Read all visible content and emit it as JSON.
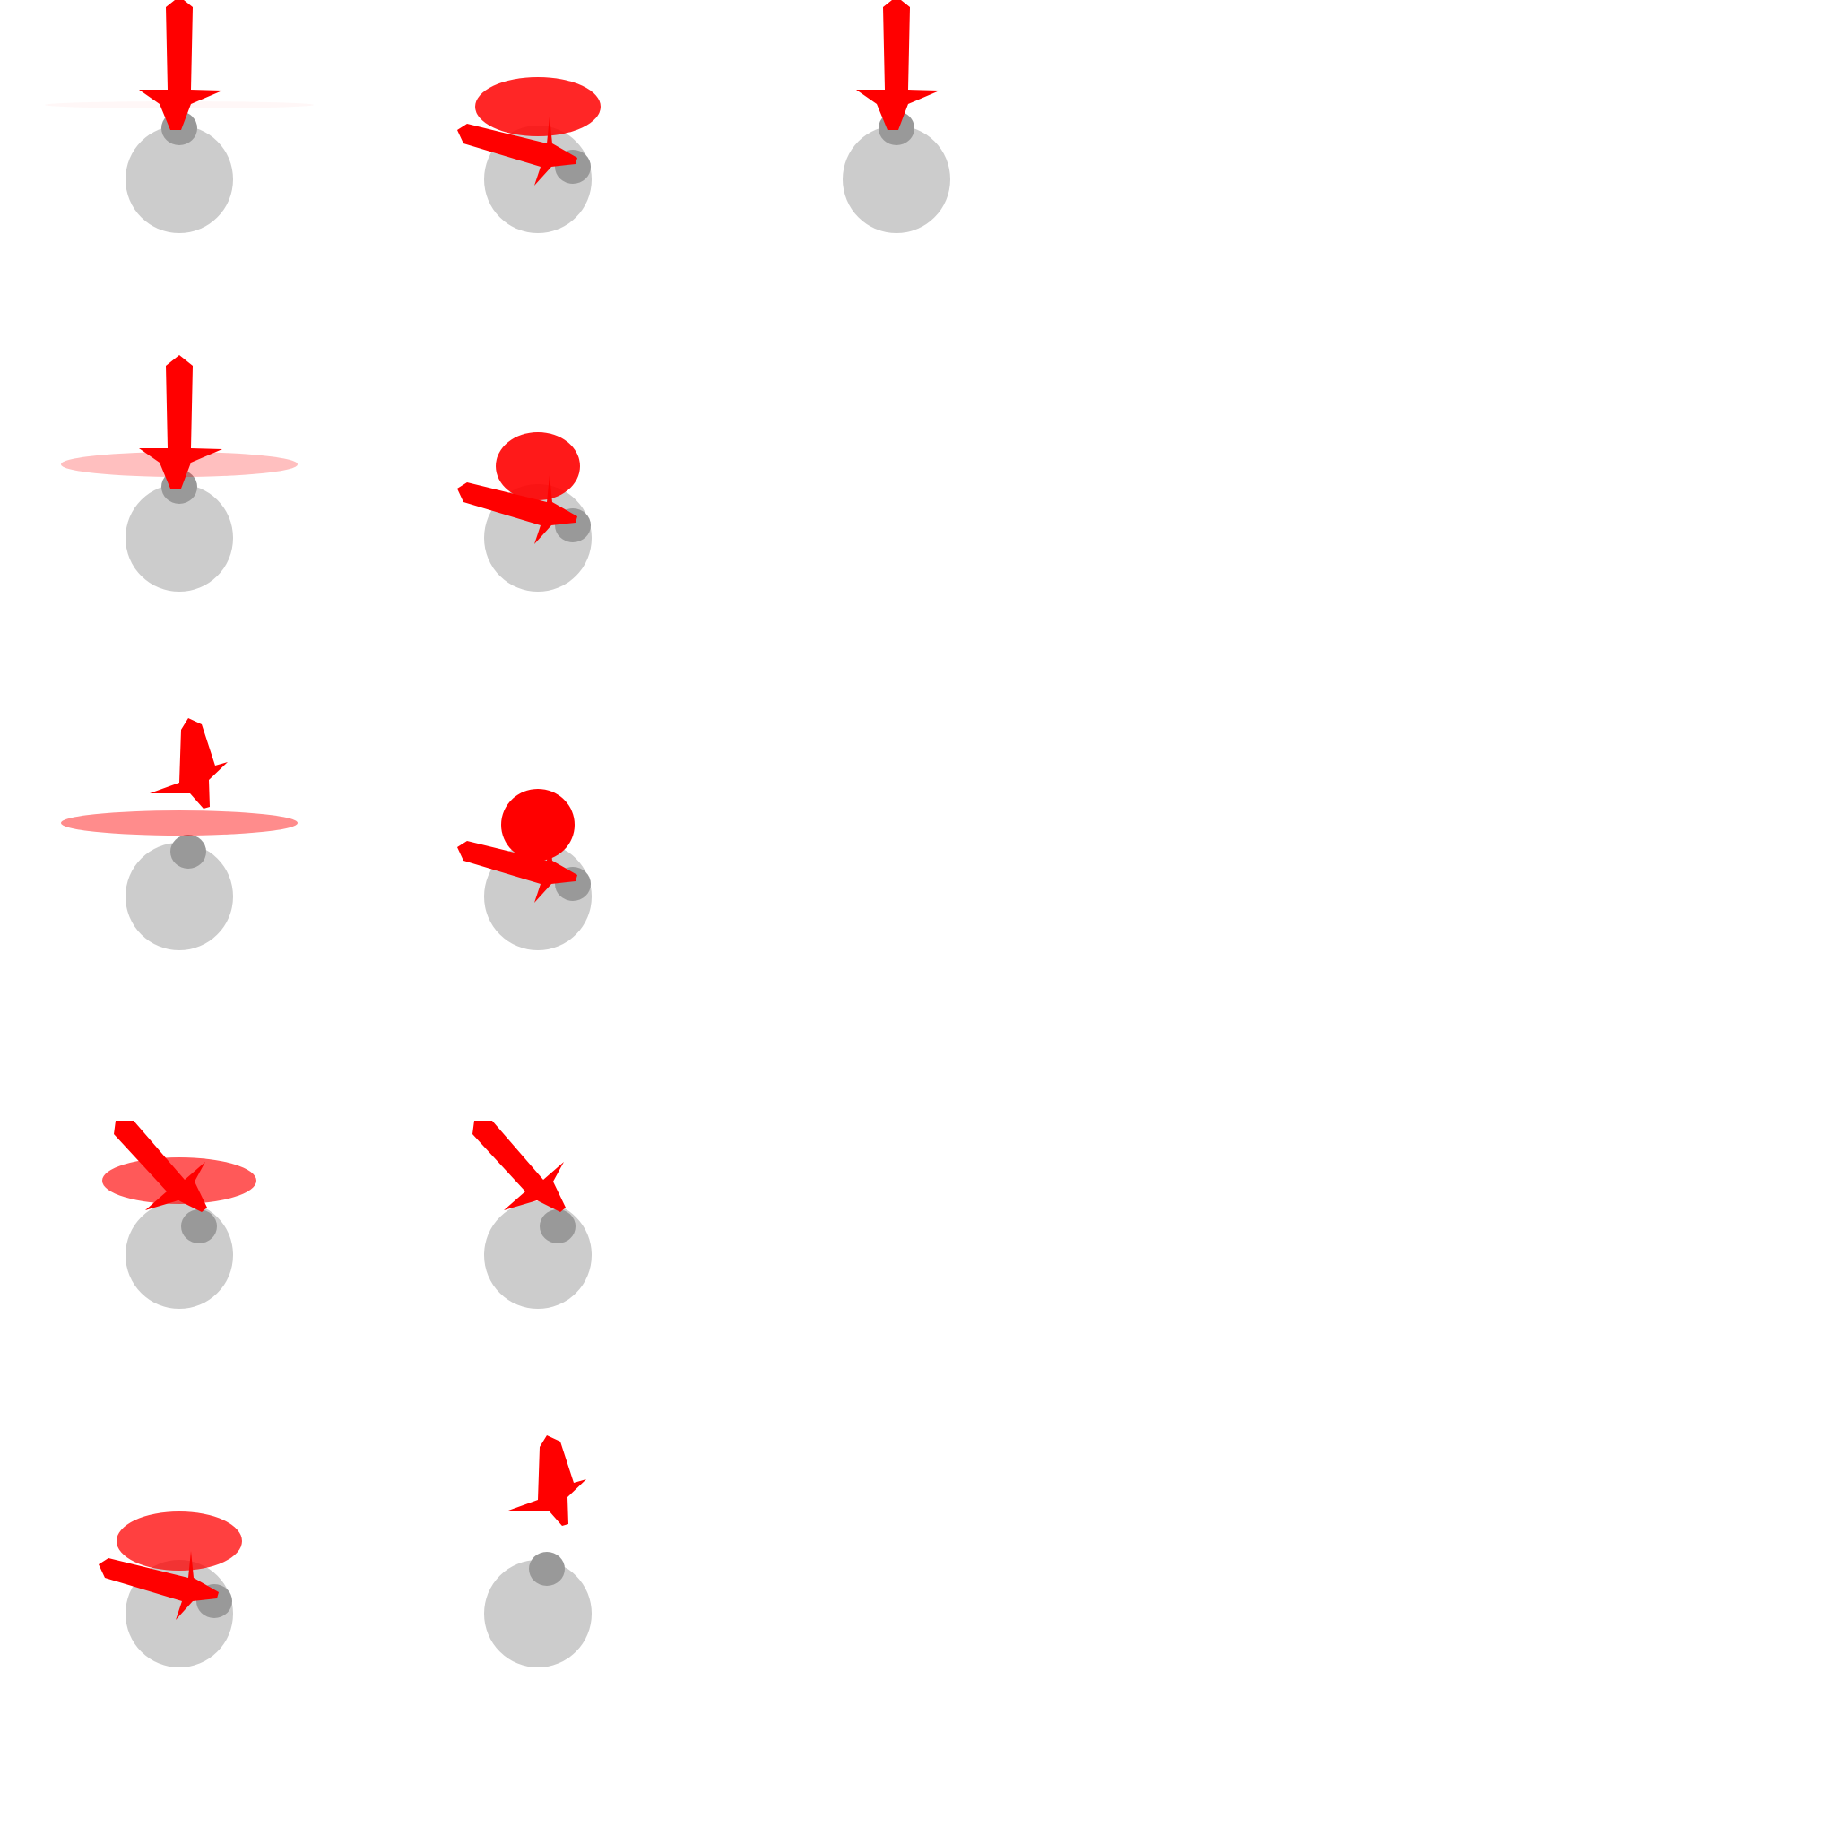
{
  "colors": {
    "background": "#ffffff",
    "body": "#cccccc",
    "joint": "#999999",
    "arrow": "#ff0000",
    "disc": "#ff0000"
  },
  "sprites": [
    {
      "col": 0,
      "row": 0,
      "arrow": "down",
      "disc": "faint-wide",
      "disc_opacity": 0.03
    },
    {
      "col": 1,
      "row": 0,
      "arrow": "right-down",
      "disc": "medium",
      "disc_opacity": 0.85
    },
    {
      "col": 2,
      "row": 0,
      "arrow": "down",
      "disc": "none",
      "disc_opacity": 0
    },
    {
      "col": 0,
      "row": 1,
      "arrow": "down",
      "disc": "wide",
      "disc_opacity": 0.25
    },
    {
      "col": 1,
      "row": 1,
      "arrow": "right-down",
      "disc": "round",
      "disc_opacity": 0.9
    },
    {
      "col": 0,
      "row": 2,
      "arrow": "down-slight-right",
      "disc": "wide",
      "disc_opacity": 0.45
    },
    {
      "col": 1,
      "row": 2,
      "arrow": "right-down",
      "disc": "ball",
      "disc_opacity": 1.0
    },
    {
      "col": 0,
      "row": 3,
      "arrow": "diagonal",
      "disc": "medium-wide",
      "disc_opacity": 0.65
    },
    {
      "col": 1,
      "row": 3,
      "arrow": "diagonal",
      "disc": "none",
      "disc_opacity": 0
    },
    {
      "col": 0,
      "row": 4,
      "arrow": "right-down",
      "disc": "medium",
      "disc_opacity": 0.75
    },
    {
      "col": 1,
      "row": 4,
      "arrow": "down-slight-right",
      "disc": "none",
      "disc_opacity": 0
    }
  ]
}
